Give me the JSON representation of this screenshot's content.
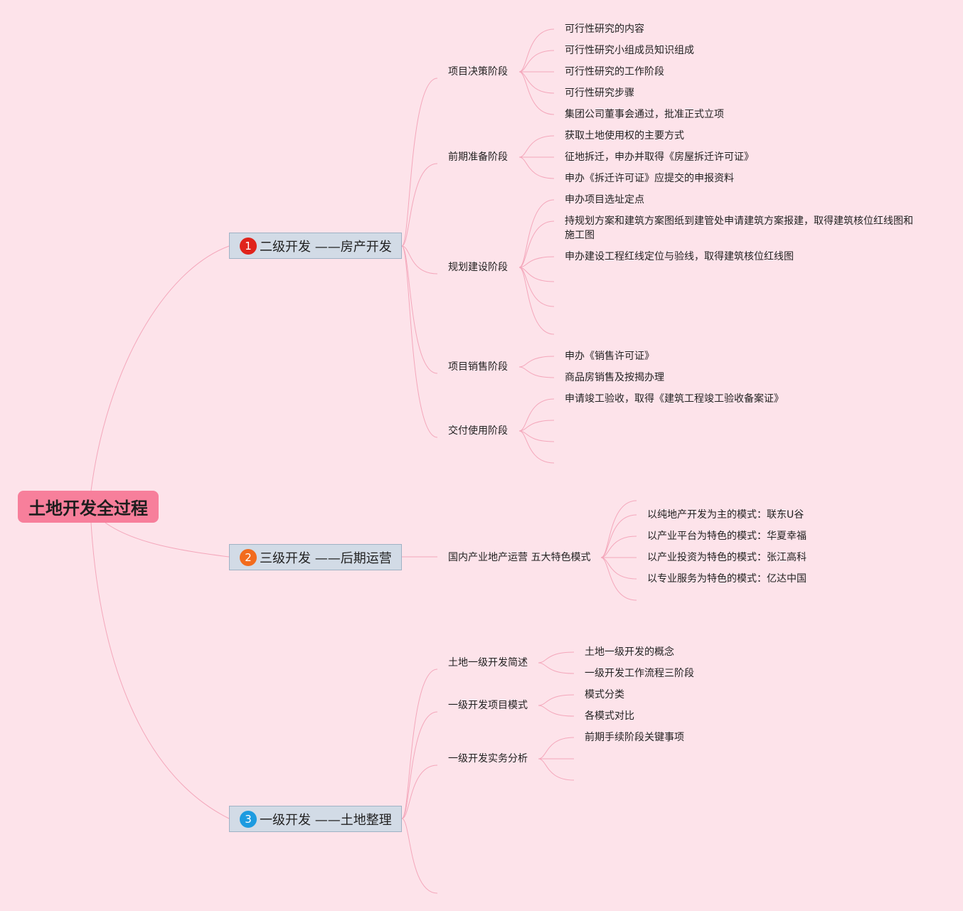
{
  "root": {
    "label": "土地开发全过程"
  },
  "colors": {
    "background": "#fde3ea",
    "root_fill": "#f77f9b",
    "main_fill": "#d2dbe6",
    "main_border": "#9fb2c5",
    "link": "#f4a7bb",
    "badge_1": "#e0231b",
    "badge_2": "#f26b1d",
    "badge_3": "#1d9be0"
  },
  "branches": [
    {
      "badge": "1",
      "label": "二级开发 ——房产开发",
      "children": [
        {
          "label": "项目决策阶段",
          "children": [
            "可行性研究的内容",
            "可行性研究小组成员知识组成",
            "可行性研究的工作阶段",
            "可行性研究步骤",
            "集团公司董事会通过，批准正式立项"
          ]
        },
        {
          "label": "前期准备阶段",
          "children": [
            "获取土地使用权的主要方式",
            "征地拆迁，申办并取得《房屋拆迁许可证》",
            "申办《拆迁许可证》应提交的申报资料"
          ]
        },
        {
          "label": "规划建设阶段",
          "children": [
            "申办项目选址定点",
            "持规划方案和建筑方案图纸到建管处申请建筑方案报建，取得建筑核位红线图和施工图",
            "申办建设工程红线定位与验线，取得建筑核位红线图",
            "",
            "",
            ""
          ]
        },
        {
          "label": "项目销售阶段",
          "children": [
            "申办《销售许可证》",
            "商品房销售及按揭办理"
          ]
        },
        {
          "label": "交付使用阶段",
          "children": [
            "申请竣工验收，取得《建筑工程竣工验收备案证》",
            "",
            "",
            ""
          ]
        }
      ]
    },
    {
      "badge": "2",
      "label": "三级开发 ——后期运营",
      "children": [
        {
          "label": "国内产业地产运营 五大特色模式",
          "children": [
            "",
            "以纯地产开发为主的模式：联东U谷",
            "以产业平台为特色的模式：华夏幸福",
            "以产业投资为特色的模式：张江高科",
            "以专业服务为特色的模式：亿达中国",
            ""
          ]
        }
      ]
    },
    {
      "badge": "3",
      "label": "一级开发 ——土地整理",
      "children": [
        {
          "label": "土地一级开发简述",
          "children": [
            "土地一级开发的概念",
            "一级开发工作流程三阶段"
          ]
        },
        {
          "label": "一级开发项目模式",
          "children": [
            "模式分类",
            "各模式对比"
          ]
        },
        {
          "label": "一级开发实务分析",
          "children": [
            "前期手续阶段关键事项",
            "",
            ""
          ]
        },
        {
          "label": "",
          "children": []
        }
      ]
    }
  ]
}
